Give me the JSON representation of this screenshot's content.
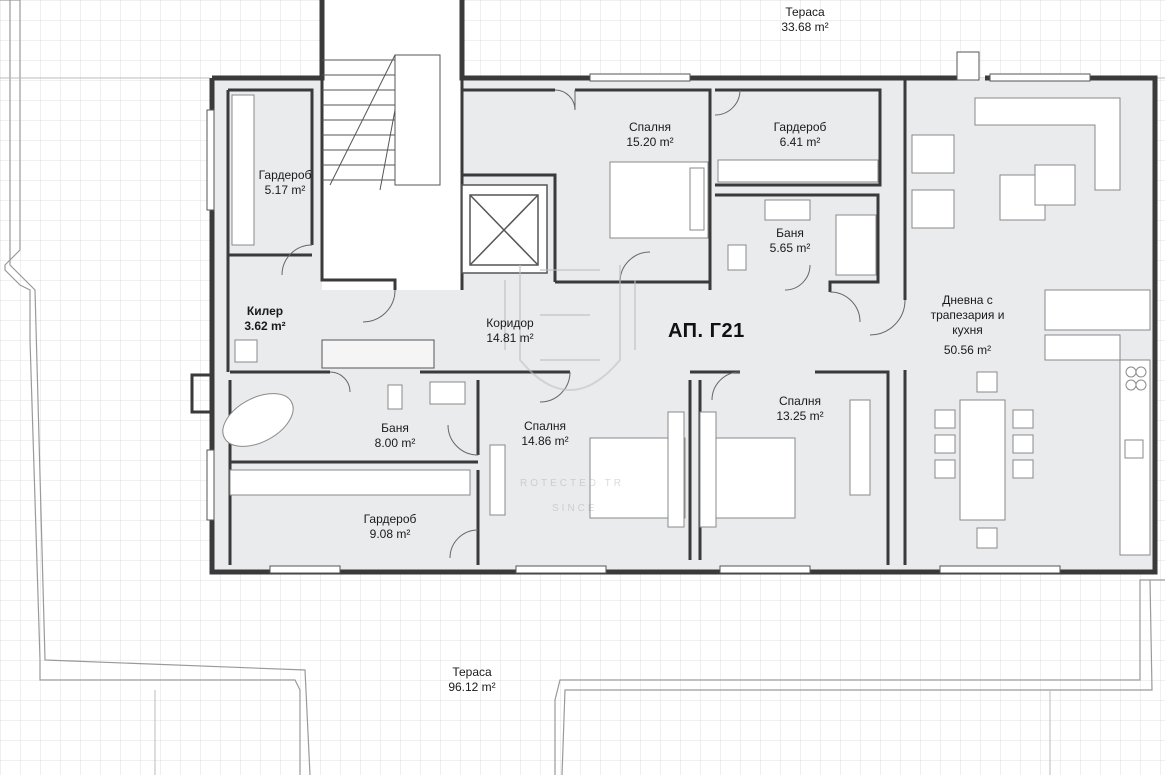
{
  "apartment_title": "АП. Г21",
  "rooms": [
    {
      "id": "terrace-top",
      "name": "Тераса",
      "area": "33.68 m²"
    },
    {
      "id": "bedroom-1",
      "name": "Спалня",
      "area": "15.20 m²"
    },
    {
      "id": "wardrobe-2",
      "name": "Гардероб",
      "area": "6.41 m²"
    },
    {
      "id": "wardrobe-1",
      "name": "Гардероб",
      "area": "5.17 m²"
    },
    {
      "id": "bathroom-1",
      "name": "Баня",
      "area": "5.65 m²"
    },
    {
      "id": "pantry",
      "name": "Килер",
      "area": "3.62 m²"
    },
    {
      "id": "corridor",
      "name": "Коридор",
      "area": "14.81 m²"
    },
    {
      "id": "living",
      "name": "Дневна с трапезария и кухня",
      "area": "50.56 m²"
    },
    {
      "id": "bathroom-2",
      "name": "Баня",
      "area": "8.00 m²"
    },
    {
      "id": "bedroom-2",
      "name": "Спалня",
      "area": "14.86 m²"
    },
    {
      "id": "bedroom-3",
      "name": "Спалня",
      "area": "13.25 m²"
    },
    {
      "id": "wardrobe-3",
      "name": "Гардероб",
      "area": "9.08 m²"
    },
    {
      "id": "terrace-bottom",
      "name": "Тераса",
      "area": "96.12 m²"
    }
  ],
  "watermark": {
    "line1": "ROTECTED TR",
    "line2": "SINCE"
  },
  "colors": {
    "room_fill": "#e9ebed",
    "wall": "#3a3a3a",
    "grid": "#d3d3d3",
    "furniture": "#ffffff"
  }
}
